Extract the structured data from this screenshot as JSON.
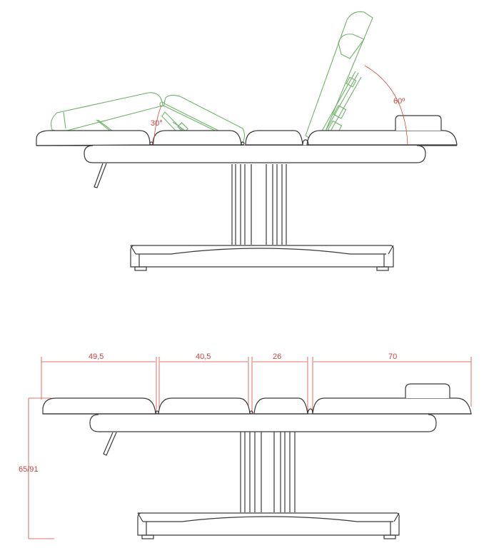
{
  "top_view": {
    "description": "Side elevation showing adjustable sections",
    "angle_leg": "30°",
    "angle_back": "60º"
  },
  "bottom_view": {
    "description": "Side elevation, flat position with dimensions",
    "dimensions": {
      "section_1": "49,5",
      "section_2": "40,5",
      "section_3": "26",
      "section_4": "70",
      "height": "65/91"
    }
  },
  "colors": {
    "outline": "#3a3a3a",
    "movement": "#6fb36a",
    "dimension": "#d9473b"
  }
}
